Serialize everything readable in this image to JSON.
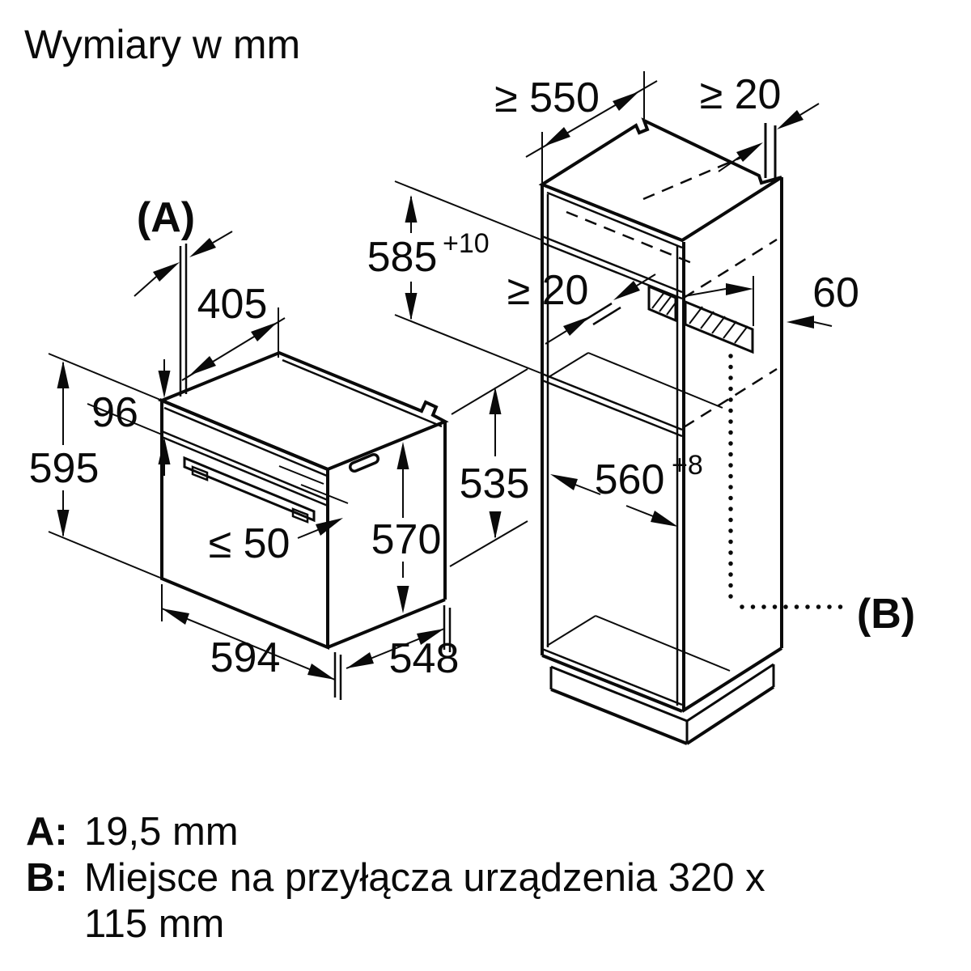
{
  "title": "Wymiary w mm",
  "labels": {
    "a_marker": "(A)",
    "b_marker": "(B)",
    "d405": "405",
    "d96": "96",
    "d595": "595",
    "d50": "≤ 50",
    "d570": "570",
    "d535": "535",
    "d594": "594",
    "d548": "548",
    "d550": "≥ 550",
    "d20_top": "≥ 20",
    "d20_mid": "≥ 20",
    "d60": "60",
    "d585": "585",
    "d585_tol": "+10",
    "d560": "560",
    "d560_tol": "+8"
  },
  "footer": {
    "a_label": "A:",
    "a_value": "19,5 mm",
    "b_label": "B:",
    "b_line1": "Miejsce na przyłącza urządzenia 320 x",
    "b_line2": "115 mm"
  },
  "colors": {
    "line": "#0a0a0a",
    "background": "#ffffff"
  }
}
